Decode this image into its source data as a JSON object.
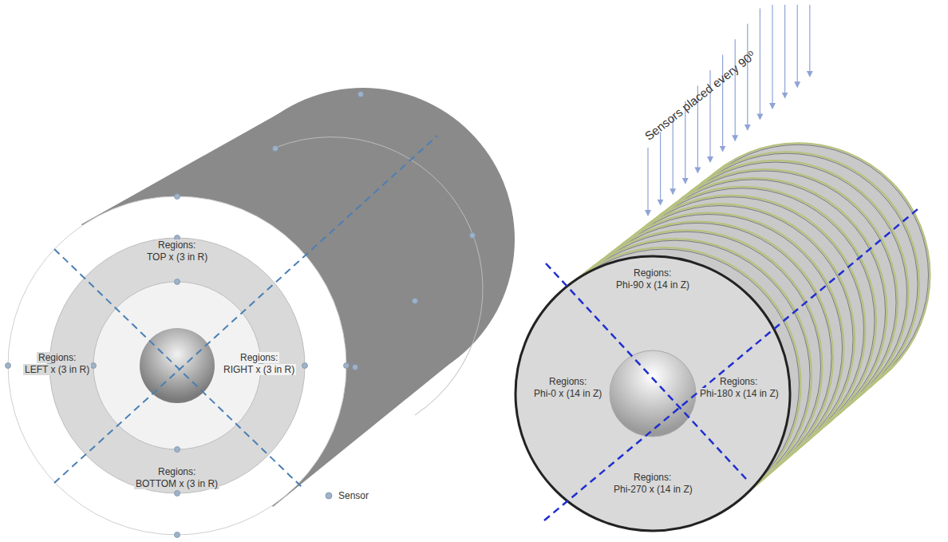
{
  "diagram": {
    "labels": [
      "Regions:",
      "TOP x (3 in R)",
      "Regions:",
      "LEFT x (3 in R)",
      "Regions:",
      "RIGHT x (3 in R)",
      "Regions:",
      "BOTTOM x (3 in R)",
      "Sensors placed every 90⁰",
      "Regions:",
      "Phi-90 x (14 in Z)",
      "Regions:",
      "Phi-0 x (14 in Z)",
      "Regions:",
      "Phi-180 x (14 in Z)",
      "Regions:",
      "Phi-270 x (14 in Z)"
    ],
    "legend": [
      {
        "text": "Sensor"
      }
    ]
  }
}
